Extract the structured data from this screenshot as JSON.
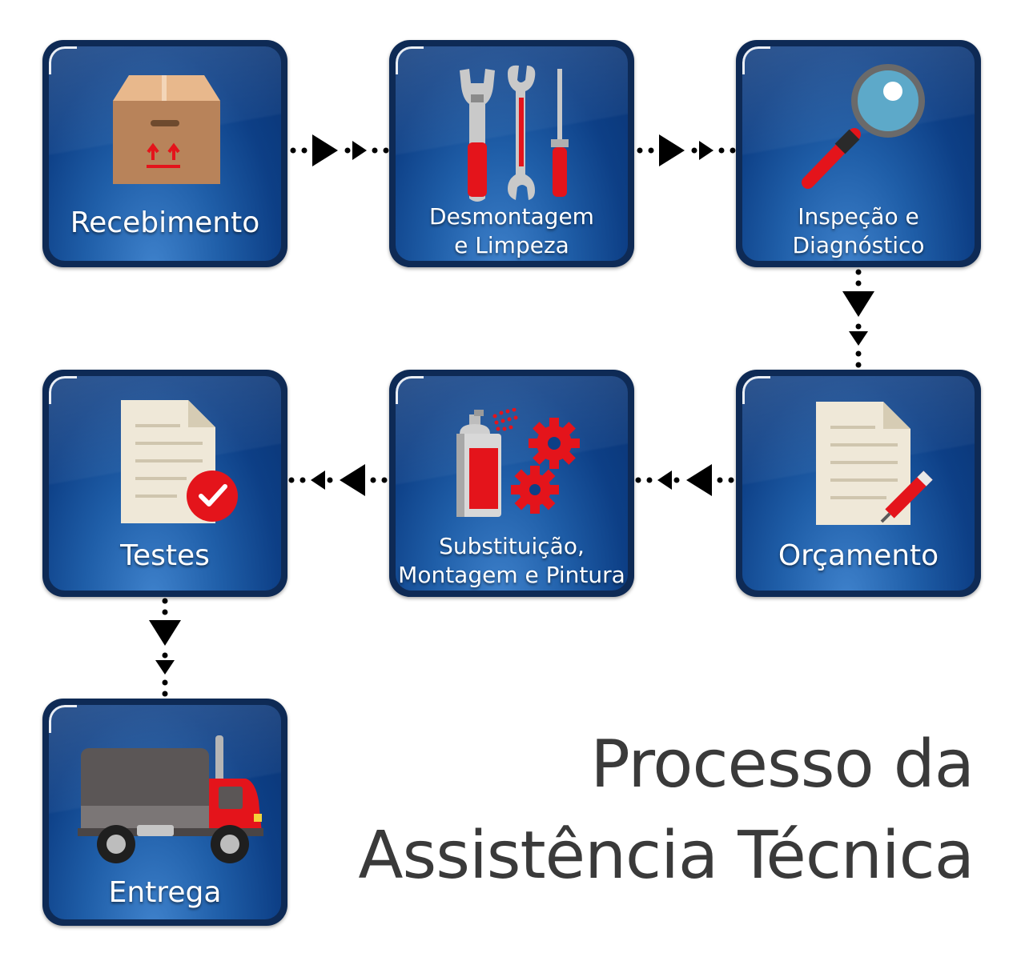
{
  "steps": [
    {
      "label": "Recebimento",
      "icon": "box-icon"
    },
    {
      "label_line1": "Desmontagem",
      "label_line2": "e Limpeza",
      "icon": "tools-icon"
    },
    {
      "label_line1": "Inspeção e",
      "label_line2": "Diagnóstico",
      "icon": "magnifier-icon"
    },
    {
      "label": "Orçamento",
      "icon": "document-pen-icon"
    },
    {
      "label_line1": "Substituição,",
      "label_line2": "Montagem e Pintura",
      "icon": "spray-gears-icon"
    },
    {
      "label": "Testes",
      "icon": "document-check-icon"
    },
    {
      "label": "Entrega",
      "icon": "truck-icon"
    }
  ],
  "title": {
    "line1": "Processo da",
    "line2": "Assistência Técnica"
  },
  "colors": {
    "card": "#1f5ea8",
    "accent_red": "#e4141b",
    "title_text": "#3a3a3a"
  }
}
